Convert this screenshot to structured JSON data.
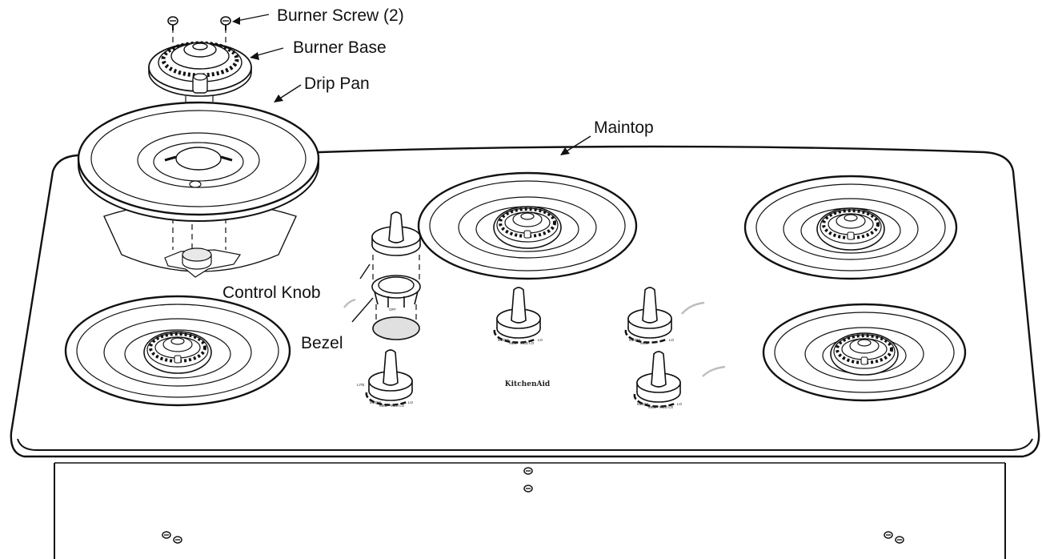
{
  "callouts": {
    "burner_screw": "Burner Screw (2)",
    "burner_base": "Burner Base",
    "drip_pan": "Drip Pan",
    "maintop": "Maintop",
    "control_knob": "Control Knob",
    "bezel": "Bezel"
  },
  "brand_logo": "KitchenAid",
  "dial_marks": {
    "lite": "LITE",
    "hi": "HI",
    "off": "OFF",
    "medhi": "MEDHI",
    "med": "MED",
    "medlo": "MED LO",
    "lo": "LO"
  },
  "colors": {
    "stroke": "#111111",
    "background": "#ffffff",
    "flame_arc": "#bdbdbd",
    "dial_arc": "#111111"
  },
  "icons": [
    "burner-screw-icon",
    "burner-base-icon",
    "drip-pan-icon",
    "control-knob-icon",
    "bezel-icon",
    "chassis-screw-icon"
  ]
}
